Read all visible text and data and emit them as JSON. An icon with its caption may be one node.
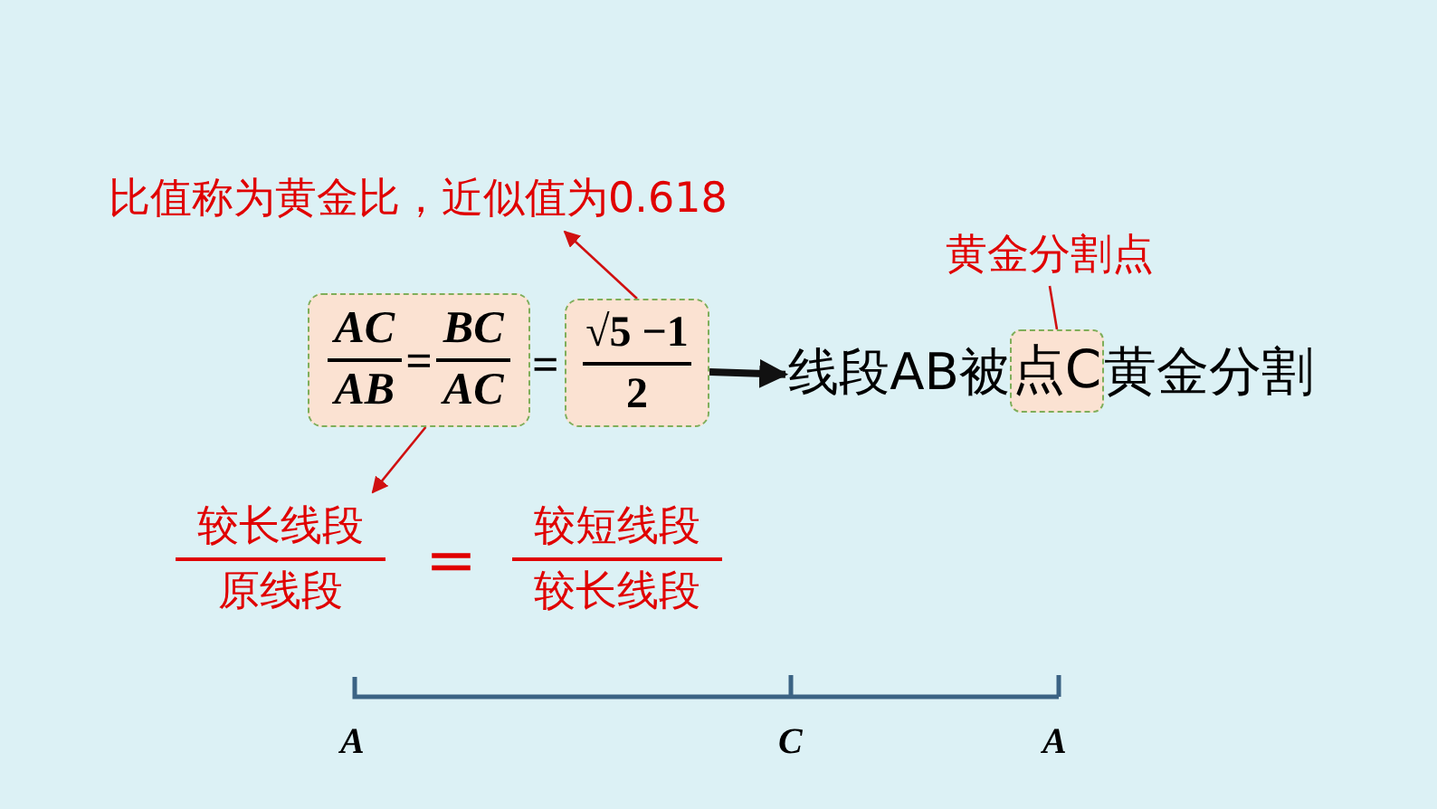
{
  "diagram": {
    "nodes": [
      {
        "text": [
          "比值称为黄金比，近似值为0.618"
        ]
      },
      {
        "text": [
          "AC",
          "AB",
          "=",
          "BC",
          "AC"
        ]
      },
      {
        "text": [
          "√5 −1",
          "2"
        ]
      },
      {
        "text": [
          "线段AB被"
        ]
      },
      {
        "text": [
          "点C"
        ]
      },
      {
        "text": [
          "黄金分割"
        ]
      },
      {
        "text": [
          "黄金分割点"
        ]
      },
      {
        "text": [
          "较长线段",
          "原线段"
        ]
      },
      {
        "text": [
          "较短线段",
          "较长线段"
        ]
      }
    ],
    "edges": [
      {
        "from": 2,
        "to": 0,
        "arrow": "to",
        "color": "#d01010"
      },
      {
        "from": 1,
        "to": 7,
        "arrow": "to",
        "color": "#d01010"
      },
      {
        "from": 2,
        "to": 3,
        "arrow": "to",
        "style": "thick",
        "color": "#111111"
      },
      {
        "from": 6,
        "to": 4,
        "arrow": "none",
        "color": "#d01010"
      }
    ],
    "labels": [
      "=",
      "=",
      "A",
      "C",
      "A"
    ]
  }
}
